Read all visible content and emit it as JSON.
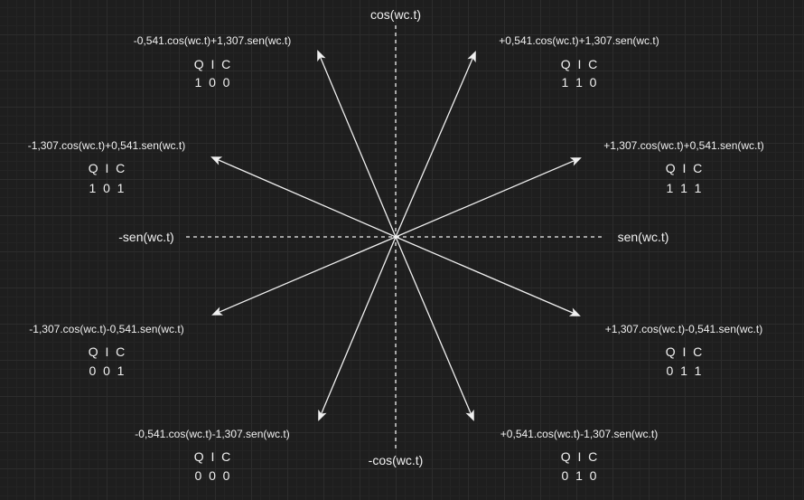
{
  "axes": {
    "top": "cos(wc.t)",
    "bottom": "-cos(wc.t)",
    "left": "-sen(wc.t)",
    "right": "sen(wc.t)"
  },
  "vectors": [
    {
      "id": "v110",
      "expr": "+0,541.cos(wc.t)+1,307.sen(wc.t)",
      "header": "Q  I  C",
      "code": "1  1  0"
    },
    {
      "id": "v111",
      "expr": "+1,307.cos(wc.t)+0,541.sen(wc.t)",
      "header": "Q  I  C",
      "code": "1  1  1"
    },
    {
      "id": "v011",
      "expr": "+1,307.cos(wc.t)-0,541.sen(wc.t)",
      "header": "Q  I  C",
      "code": "0  1  1"
    },
    {
      "id": "v010",
      "expr": "+0,541.cos(wc.t)-1,307.sen(wc.t)",
      "header": "Q  I  C",
      "code": "0  1  0"
    },
    {
      "id": "v000",
      "expr": "-0,541.cos(wc.t)-1,307.sen(wc.t)",
      "header": "Q  I  C",
      "code": "0  0  0"
    },
    {
      "id": "v001",
      "expr": "-1,307.cos(wc.t)-0,541.sen(wc.t)",
      "header": "Q  I  C",
      "code": "0  0  1"
    },
    {
      "id": "v101",
      "expr": "-1,307.cos(wc.t)+0,541.sen(wc.t)",
      "header": "Q  I  C",
      "code": "1  0  1"
    },
    {
      "id": "v100",
      "expr": "-0,541.cos(wc.t)+1,307.sen(wc.t)",
      "header": "Q  I  C",
      "code": "1  0  0"
    }
  ],
  "colors": {
    "background": "#1e1e1e",
    "stroke": "#f0f0f0",
    "text": "#f0f0f0"
  }
}
